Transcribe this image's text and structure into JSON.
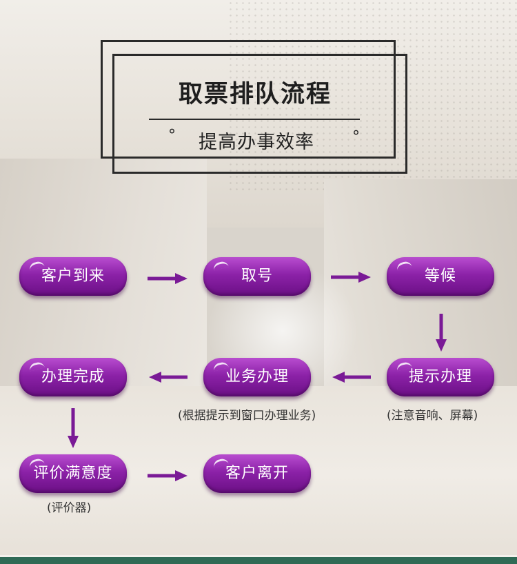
{
  "header": {
    "title": "取票排队流程",
    "subtitle": "提高办事效率",
    "bullet_left": "°",
    "bullet_right": "°"
  },
  "flow": {
    "nodes": {
      "arrive": "客户到来",
      "take_number": "取号",
      "wait": "等候",
      "prompt": "提示办理",
      "business": "业务办理",
      "complete": "办理完成",
      "rate": "评价满意度",
      "leave": "客户离开"
    },
    "notes": {
      "prompt": "(注意音响、屏幕)",
      "business": "(根据提示到窗口办理业务)",
      "rate": "(评价器)"
    }
  },
  "colors": {
    "node_top": "#b94dd0",
    "node_bottom": "#6b0f85",
    "arrow": "#7a1a96",
    "frame": "#2a2a2a"
  }
}
